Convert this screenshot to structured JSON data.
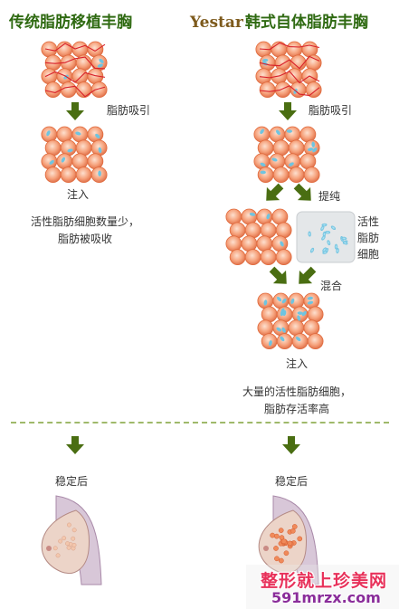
{
  "titles": {
    "left": "传统脂肪移植丰胸",
    "right_brand": "Yestar",
    "right_rest": "韩式自体脂肪丰胸"
  },
  "left": {
    "step_suction": "脂肪吸引",
    "step_inject": "注入",
    "desc_line1": "活性脂肪细胞数量少，",
    "desc_line2": "脂肪被吸收",
    "stable": "稳定后"
  },
  "right": {
    "step_suction": "脂肪吸引",
    "step_purify": "提纯",
    "active_cells_line1": "活性",
    "active_cells_line2": "脂肪",
    "active_cells_line3": "细胞",
    "step_mix": "混合",
    "step_inject": "注入",
    "desc_line1": "大量的活性脂肪细胞，",
    "desc_line2": "脂肪存活率高",
    "stable": "稳定后"
  },
  "watermark": {
    "line1": "整形就上珍美网",
    "line2": "591mrzx.com"
  },
  "colors": {
    "title_green": "#2f6a12",
    "arrow_green": "#4a6e12",
    "brand_brown": "#7d5a1c",
    "cell_fill": "#f6a27c",
    "cell_stroke": "#e06a3c",
    "blue_cell": "#6fc4e0",
    "red_line": "#d8202a",
    "divider": "#9fb96a"
  },
  "icons": [
    "down-arrow-icon",
    "diagonal-arrow-icon",
    "fat-cell-cluster",
    "breast-illustration"
  ]
}
